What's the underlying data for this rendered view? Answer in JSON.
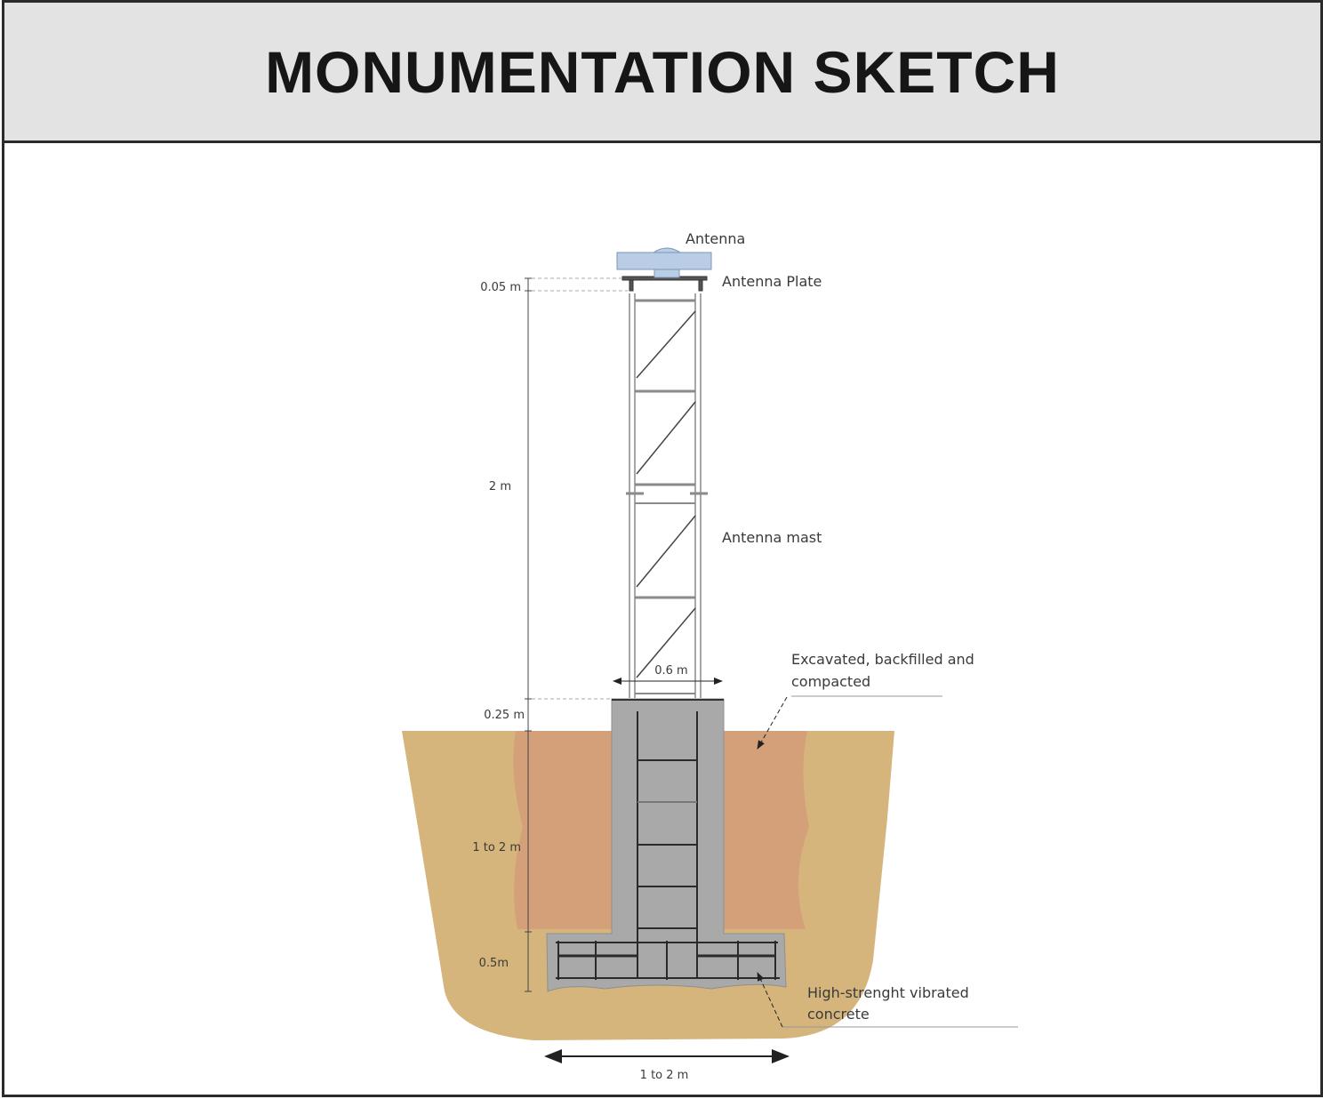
{
  "header": {
    "title": "MONUMENTATION SKETCH"
  },
  "labels": {
    "antenna": "Antenna",
    "antenna_plate": "Antenna Plate",
    "antenna_mast": "Antenna mast",
    "excavated_line1": "Excavated, backfilled and",
    "excavated_line2": "compacted",
    "concrete_line1": "High-strenght vibrated",
    "concrete_line2": "concrete"
  },
  "dimensions": {
    "plate_height": "0.05 m",
    "mast_height": "2 m",
    "mast_width": "0.6 m",
    "pillar_above_ground": "0.25 m",
    "pillar_depth": "1 to 2 m",
    "footing_height": "0.5m",
    "footing_width": "1 to 2 m"
  },
  "colors": {
    "soil": "#d5b57c",
    "backfill": "#d4a07a",
    "concrete": "#a9a9a9",
    "antenna": "#b9cde6"
  }
}
